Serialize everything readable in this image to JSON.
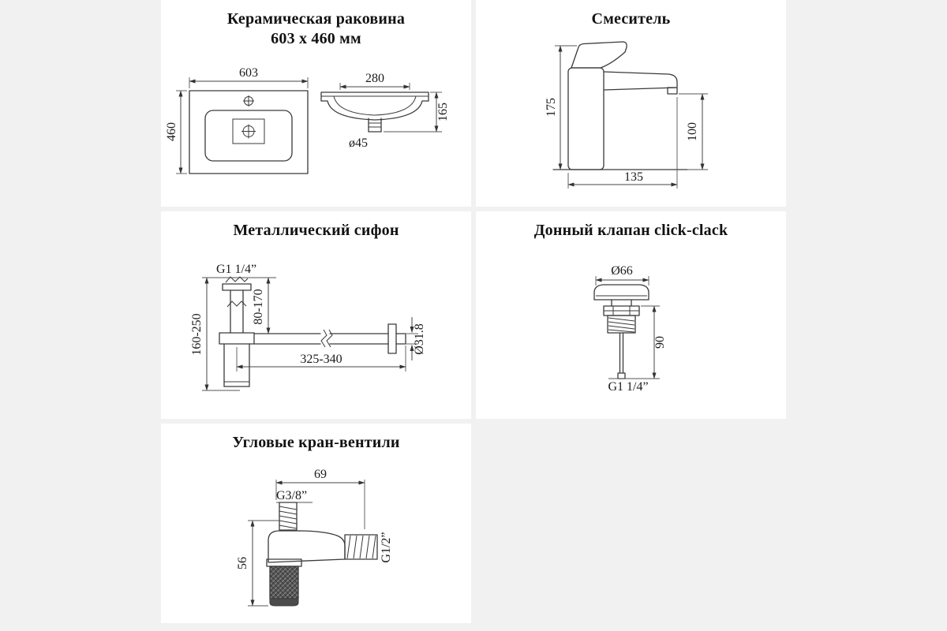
{
  "panels": {
    "sink": {
      "title_line1": "Керамическая раковина",
      "title_line2": "603 x 460 мм",
      "dims": {
        "width": "603",
        "depth": "460",
        "bowl_width": "280",
        "side_height": "165",
        "drain": "ø45"
      }
    },
    "mixer": {
      "title": "Смеситель",
      "dims": {
        "height": "175",
        "spout_height": "100",
        "length": "135"
      }
    },
    "siphon": {
      "title": "Металлический сифон",
      "dims": {
        "inlet_thread": "G1 1/4”",
        "height_range": "160-250",
        "inlet_range": "80-170",
        "pipe_diameter": "Ø31.8",
        "length_range": "325-340"
      }
    },
    "valve": {
      "title": "Донный клапан click-clack",
      "dims": {
        "cap_diameter": "Ø66",
        "height": "90",
        "thread": "G1 1/4”"
      }
    },
    "corner_valve": {
      "title": "Угловые кран-вентили",
      "dims": {
        "width": "69",
        "inlet_thread": "G3/8”",
        "outlet_thread": "G1/2”",
        "height": "56"
      }
    }
  }
}
